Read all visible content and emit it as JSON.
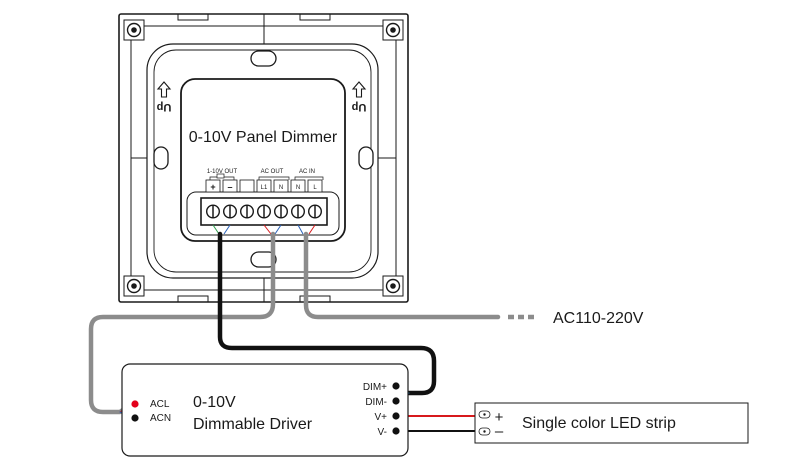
{
  "panel": {
    "title": "0-10V Panel Dimmer",
    "up_left": "Up",
    "up_right": "Up",
    "group_labels": {
      "out_1_10v": "1-10V OUT",
      "ac_out": "AC OUT",
      "ac_in": "AC IN"
    },
    "terminals": [
      "+",
      "–",
      "",
      "L1",
      "N",
      "N",
      "L"
    ]
  },
  "ac_supply": {
    "label": "AC110-220V"
  },
  "driver": {
    "title_line1": "0-10V",
    "title_line2": "Dimmable Driver",
    "pins_left": [
      "ACL",
      "ACN"
    ],
    "pins_right": [
      "DIM+",
      "DIM-",
      "V+",
      "V-"
    ]
  },
  "strip": {
    "label": "Single color LED strip",
    "plus": "+",
    "minus": "–"
  },
  "colors": {
    "frame": "#1a1a1a",
    "gray_wire": "#8c8c8c",
    "black_wire": "#111111",
    "red_wire": "#d7191c",
    "acl_dot": "#e3001b",
    "green_wire": "#2e9c4c",
    "blue_wire": "#2a62b8"
  }
}
